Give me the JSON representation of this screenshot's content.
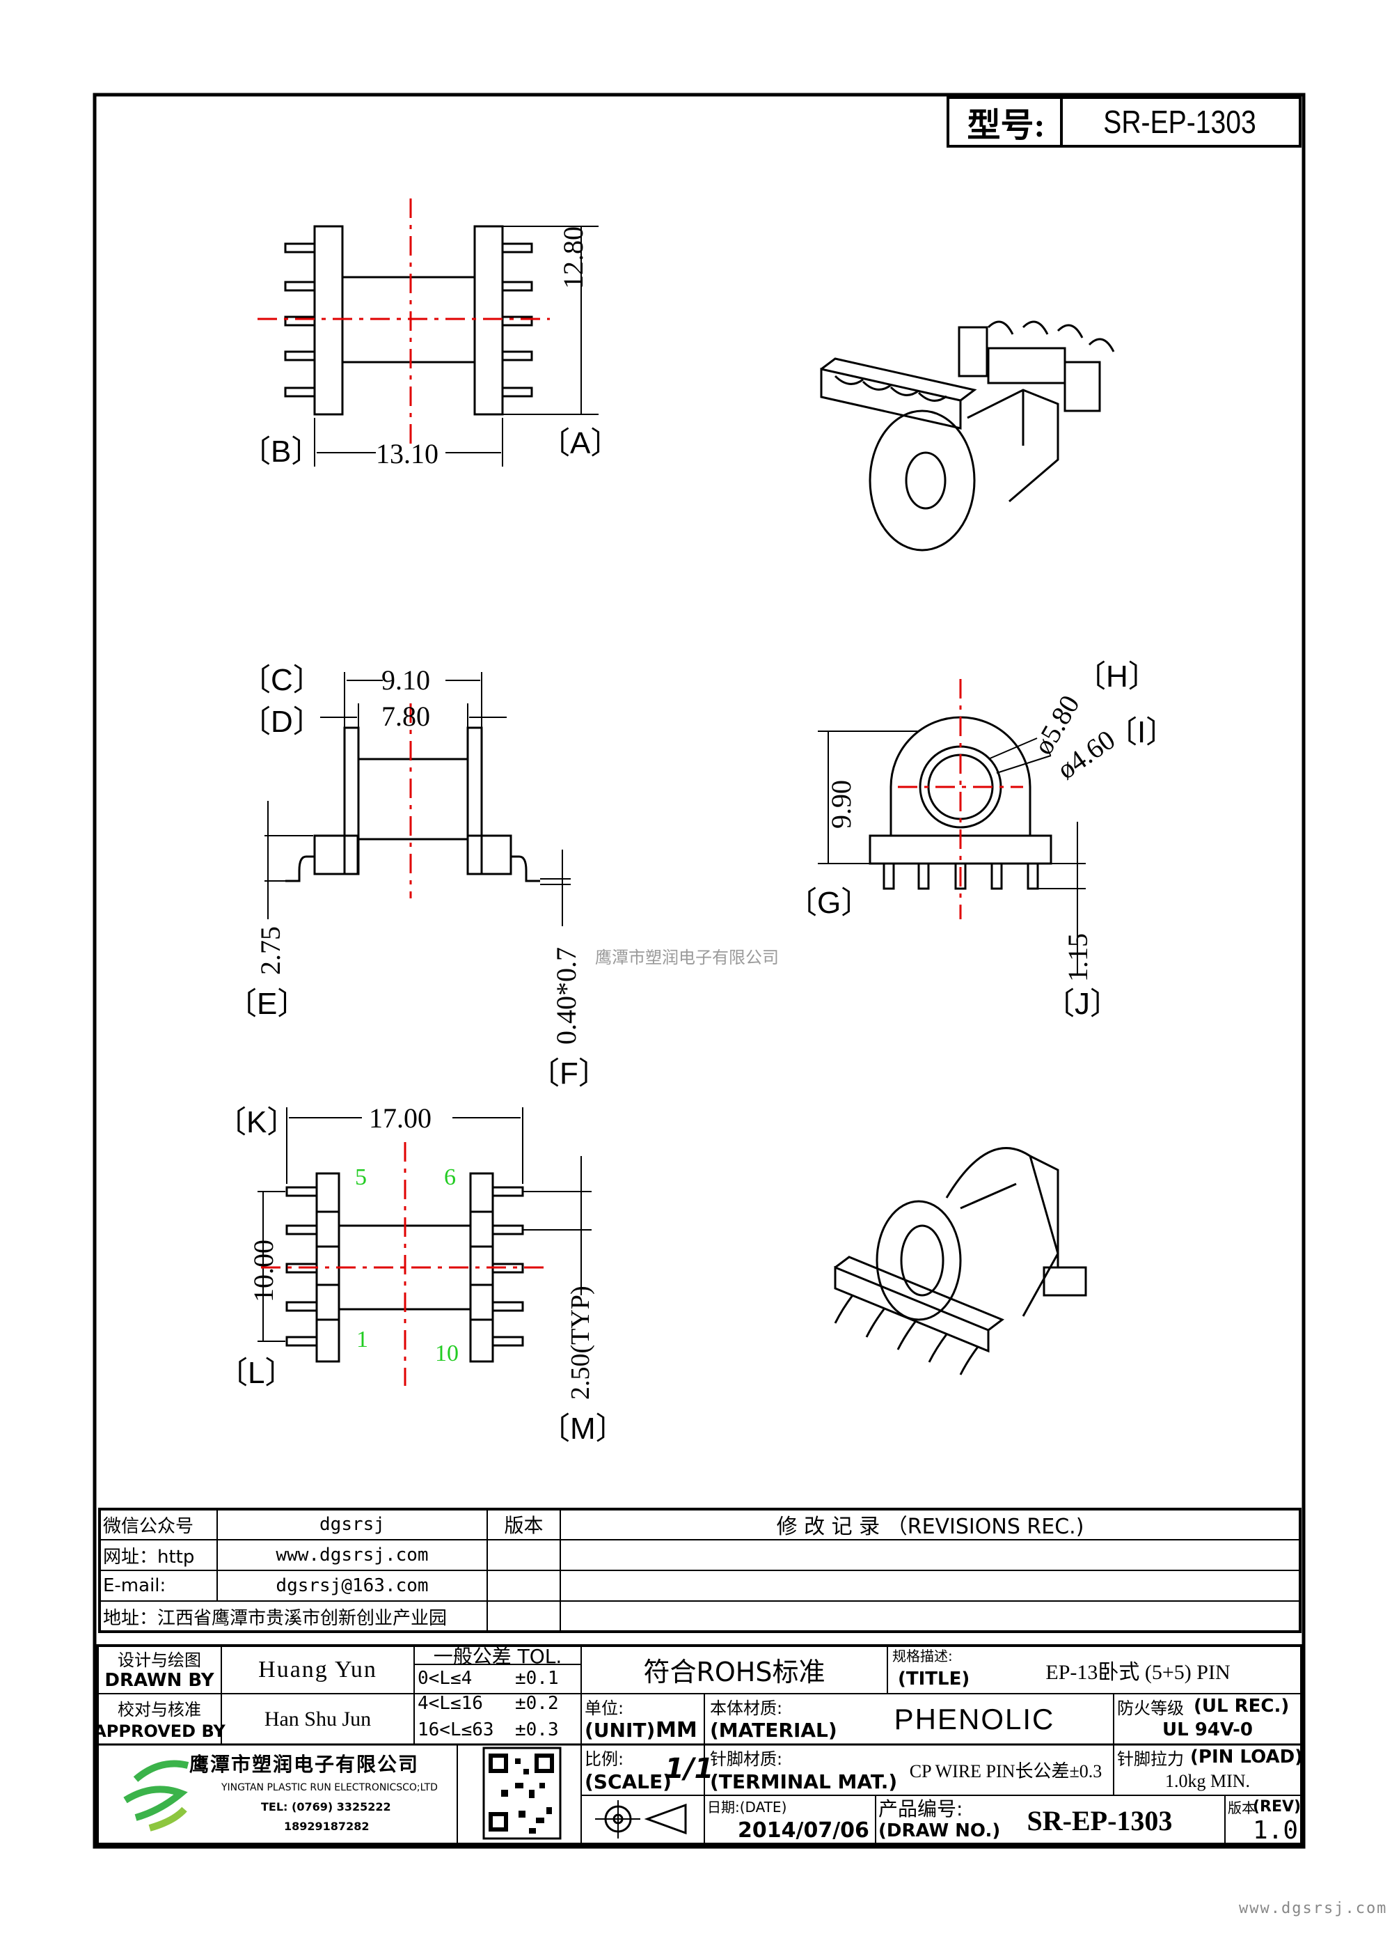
{
  "header": {
    "model_label": "型号:",
    "model_value": "SR-EP-1303"
  },
  "dimensions": {
    "d_12_80": "12.80",
    "d_13_10": "13.10",
    "d_9_10": "9.10",
    "d_7_80": "7.80",
    "d_9_90": "9.90",
    "d_5_80": "ø5.80",
    "d_4_60": "ø4.60",
    "d_2_75": "2.75",
    "d_0_40": "0.40*0.7",
    "d_1_15": "1.15",
    "d_17_00": "17.00",
    "d_10_00": "10.00",
    "d_2_50": "2.50(TYP)"
  },
  "callouts": {
    "A": "〔A〕",
    "B": "〔B〕",
    "C": "〔C〕",
    "D": "〔D〕",
    "E": "〔E〕",
    "F": "〔F〕",
    "G": "〔G〕",
    "H": "〔H〕",
    "I": "〔I〕",
    "J": "〔J〕",
    "K": "〔K〕",
    "L": "〔L〕",
    "M": "〔M〕"
  },
  "pin_numbers": {
    "p5": "5",
    "p6": "6",
    "p1": "1",
    "p10": "10"
  },
  "watermark": "鹰潭市塑润电子有限公司",
  "info_table": {
    "rows": [
      {
        "label": "微信公众号",
        "value": "dgsrsj"
      },
      {
        "label": "网址：http",
        "value": "www.dgsrsj.com"
      },
      {
        "label": "E-mail:",
        "value": "dgsrsj@163.com"
      },
      {
        "label": "地址：江西省鹰潭市贵溪市创新创业产业园",
        "value": ""
      }
    ],
    "version_header": "版本",
    "revisions_header": "修 改 记 录 （REVISIONS REC.)"
  },
  "title_block": {
    "designer_label_cn": "设计与绘图",
    "designer_label_en": "DRAWN BY",
    "designer_name": "Huang Yun",
    "approver_label_cn": "校对与核准",
    "approver_label_en": "APPROVED BY",
    "approver_name": "Han Shu Jun",
    "tol_label": "一般公差 TOL.",
    "tol_rows": [
      {
        "range": "0<L≤4",
        "value": "±0.1"
      },
      {
        "range": "4<L≤16",
        "value": "±0.2"
      },
      {
        "range": "16<L≤63",
        "value": "±0.3"
      }
    ],
    "rohs": "符合ROHS标准",
    "title_label_cn": "规格描述:",
    "title_label_en": "(TITLE)",
    "title_value": "EP-13卧式 (5+5) PIN",
    "unit_label_cn": "单位:",
    "unit_label_en": "(UNIT)",
    "unit_value": "MM",
    "material_label_cn": "本体材质:",
    "material_label_en": "(MATERIAL)",
    "material_value": "PHENOLIC",
    "ul_label_cn": "防火等级",
    "ul_label_en": "(UL REC.)",
    "ul_value": "UL 94V-0",
    "scale_label_cn": "比例:",
    "scale_label_en": "(SCALE)",
    "scale_value": "1/1",
    "terminal_label_cn": "针脚材质:",
    "terminal_label_en": "(TERMINAL MAT.)",
    "terminal_value": "CP WIRE  PIN长公差±0.3",
    "pinload_label_cn": "针脚拉力",
    "pinload_label_en": "(PIN LOAD)",
    "pinload_value": "1.0kg MIN.",
    "date_label": "日期:(DATE)",
    "date_value": "2014/07/06",
    "drawno_label_cn": "产品编号:",
    "drawno_label_en": "(DRAW NO.)",
    "drawno_value": "SR-EP-1303",
    "rev_label_cn": "版本",
    "rev_label_en": "(REV)",
    "rev_value": "1.0",
    "company_cn": "鹰潭市塑润电子有限公司",
    "company_en": "YINGTAN PLASTIC RUN ELECTRONICSCO;LTD",
    "tel": "TEL: (0769) 3325222",
    "phone": "18929187282"
  },
  "footer_url": "www.dgsrsj.com",
  "colors": {
    "centerline": "#e00000",
    "pin_label": "#22cc22",
    "line": "#000000"
  }
}
